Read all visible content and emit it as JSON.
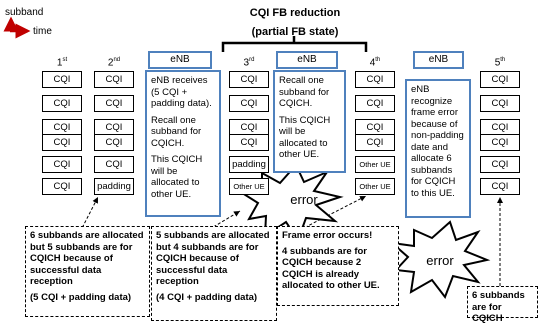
{
  "axis": {
    "vertical": "subband",
    "horizontal": "time"
  },
  "title": {
    "line1": "CQI FB reduction",
    "line2": "(partial FB state)"
  },
  "columns": [
    {
      "num": "1",
      "sup": "st"
    },
    {
      "num": "2",
      "sup": "nd"
    },
    {
      "num": "3",
      "sup": "rd"
    },
    {
      "num": "4",
      "sup": "th"
    },
    {
      "num": "5",
      "sup": "th"
    }
  ],
  "col1": [
    "CQI",
    "CQI",
    "CQI",
    "CQI",
    "CQI",
    "CQI"
  ],
  "col2": [
    "CQI",
    "CQI",
    "CQI",
    "CQI",
    "CQI",
    "padding"
  ],
  "col3": [
    "CQI",
    "CQI",
    "CQI",
    "CQI",
    "padding",
    "Other UE"
  ],
  "col4": [
    "CQI",
    "CQI",
    "CQI",
    "CQI",
    "Other UE",
    "Other UE"
  ],
  "col5": [
    "CQI",
    "CQI",
    "CQI",
    "CQI",
    "CQI",
    "CQI"
  ],
  "enb_label": "eNB",
  "enb1": {
    "p1": "eNB receives (5 CQI + padding data).",
    "p2": "Recall one subband for CQICH.",
    "p3": "This CQICH will be allocated to other UE."
  },
  "enb2": {
    "p1": "Recall one subband for CQICH.",
    "p2": "This CQICH will be allocated to other UE."
  },
  "enb3": {
    "p1": "eNB recognize frame error because of non-padding date and allocate 6 subbands for CQICH to this UE."
  },
  "error_text": "error",
  "note1": {
    "p1": "6 subbands are allocated but 5 subbands are for CQICH because of successful data reception",
    "p2": "(5 CQI + padding data)"
  },
  "note2": {
    "p1": "5 subbands are allocated but 4 subbands are for CQICH because of successful data reception",
    "p2": "(4 CQI + padding data)"
  },
  "note3": {
    "p1": "Frame error occurs!",
    "p2": "4 subbands are for CQICH because 2 CQICH is already allocated to other UE."
  },
  "note4": {
    "p1": "6 subbands are for CQICH"
  }
}
